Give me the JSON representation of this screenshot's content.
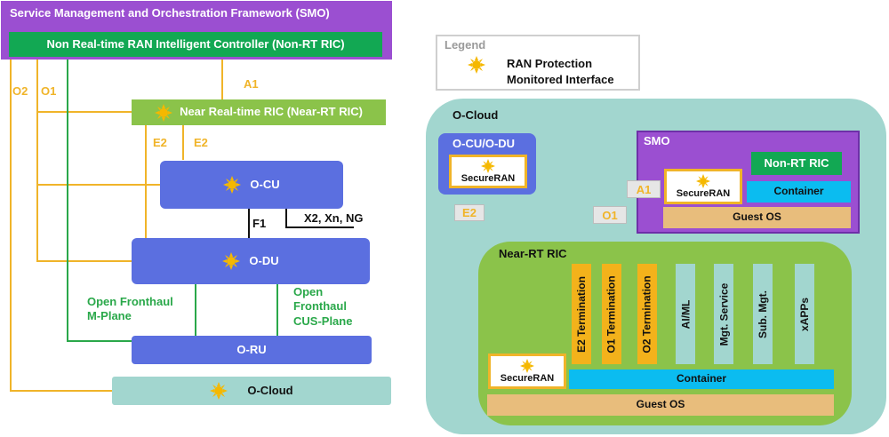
{
  "colors": {
    "interface_line": "#f0b429",
    "fronthaul_line": "#2aa84a",
    "smo_purple": "#9b4fd1",
    "non_rt_green": "#12a853",
    "near_rt_lightgreen": "#8bc34a",
    "node_blue": "#5b6fe0",
    "ocloud_teal": "#a2d6cf",
    "container_cyan": "#0bbcf0",
    "guest_os_tan": "#e8bd7c",
    "termination_orange": "#f3b21b"
  },
  "left": {
    "smo_title": "Service Management and Orchestration Framework (SMO)",
    "non_rt_ric": "Non Real-time RAN Intelligent Controller (Non-RT RIC)",
    "near_rt_ric": "Near Real-time RIC (Near-RT RIC)",
    "o_cu": "O-CU",
    "o_du": "O-DU",
    "o_ru": "O-RU",
    "o_cloud": "O-Cloud",
    "labels": {
      "o2": "O2",
      "o1": "O1",
      "a1": "A1",
      "e2_a": "E2",
      "e2_b": "E2",
      "f1": "F1",
      "x2": "X2, Xn, NG",
      "fronthaul_m_line1": "Open Fronthaul",
      "fronthaul_m_line2": "M-Plane",
      "fronthaul_cus_line1": "Open",
      "fronthaul_cus_line2": "Fronthaul",
      "fronthaul_cus_line3": "CUS-Plane"
    }
  },
  "legend": {
    "title": "Legend",
    "protection": "RAN Protection",
    "monitored": "Monitored Interface",
    "protection_icon": "sun-icon"
  },
  "right": {
    "o_cloud_title": "O-Cloud",
    "ocu_odu_title": "O-CU/O-DU",
    "securean": "SecureRAN",
    "smo_title": "SMO",
    "non_rt_ric": "Non-RT RIC",
    "container": "Container",
    "guest_os": "Guest OS",
    "near_rt_title": "Near-RT RIC",
    "if_e2": "E2",
    "if_o1": "O1",
    "if_a1": "A1",
    "terminations": [
      "E2 Termination",
      "O1 Termination",
      "O2 Termination"
    ],
    "services": [
      "AI/ML",
      "Mgt. Service",
      "Sub. Mgt.",
      "xAPPs"
    ]
  }
}
